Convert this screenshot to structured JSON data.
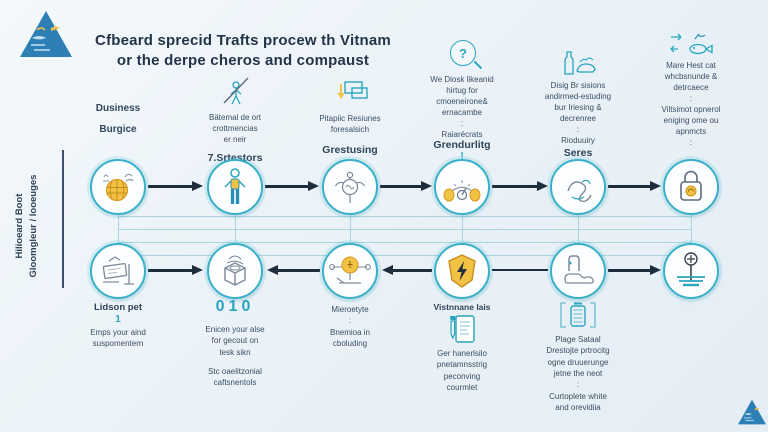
{
  "colors": {
    "background": "#e9f1f7",
    "teal": "#3ab0c8",
    "yellow": "#f2c244",
    "arrow": "#1d2d3d",
    "text": "#3a4e63",
    "grid": "#a9d4df",
    "logo_blue": "#2e7fb5"
  },
  "title": {
    "line1": "Cfbeard sprecid Trafts procew th Vitnam",
    "line2": "or the derpe cheros and compaust"
  },
  "side_label": {
    "text": "Hilioeard Boot\nGloomgleur / looeuges"
  },
  "columns": [
    {
      "top": {
        "header": "Dusiness\nBurgice",
        "note": ""
      },
      "bottom": {
        "title": "Lidson pet",
        "num": "1",
        "text": "Emps your aind\nsuspomentern"
      }
    },
    {
      "top": {
        "header": "Bätemal de ort\ncrottmencias\ner neir",
        "note": "7.Srtestors"
      },
      "bottom": {
        "glyph": "010",
        "text1": "Enicen your alse\nfor gecout on\ntesk sikn",
        "text2": "Stc oaelitzonial\ncaftsnentols"
      }
    },
    {
      "top": {
        "header": "Pitapiic Resiunes\nforesalsich",
        "note": "Grestusing"
      },
      "bottom": {
        "text": "Mieroetyte\n:\nBnemioa in\ncboluding"
      }
    },
    {
      "top": {
        "header": "We Diosk likeanid\nhirtug for\ncmoeneirone&\nernacambe\n:\nRaiarécrats",
        "note": "Grendurlitg",
        "mark": "!",
        "glyph": "?"
      },
      "bottom": {
        "title": "Vistnnane lais",
        "text": "Ger hanerlsilo\npnetamnsstrig\npeconving\ncourmlet"
      }
    },
    {
      "top": {
        "header": "Disig Br sisions\nandirmed-estuding\nbur Iriesing &\ndecrenree\n:\nRioduuiry",
        "note": "Seres"
      },
      "bottom": {
        "text": "Plage Sataal\nDrestojte prtrocitg\nogne druuerunge\njetne the neot\n:\nCurtoplete white\nand orevidiia"
      }
    },
    {
      "top": {
        "header": "Mare Hest cat\nwhcbsnunde &\ndetrcaece\n:\nViltsimot opnerol\neniging ome ou\napnmcts\n:",
        "note": ""
      },
      "bottom": {}
    }
  ]
}
